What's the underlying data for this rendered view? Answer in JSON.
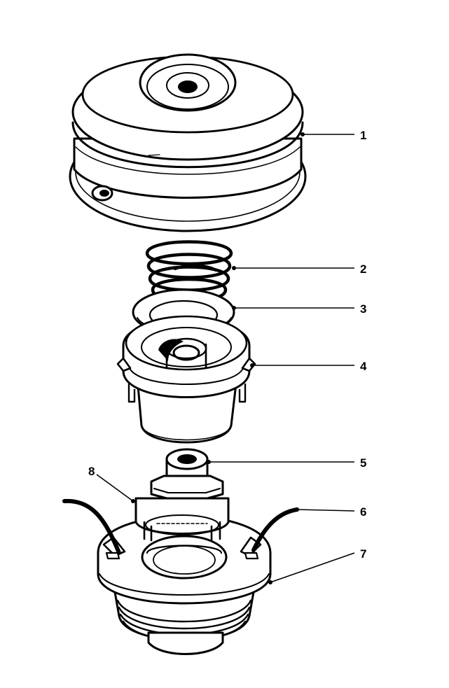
{
  "callouts": [
    {
      "id": "1",
      "label": "1"
    },
    {
      "id": "2",
      "label": "2"
    },
    {
      "id": "3",
      "label": "3"
    },
    {
      "id": "4",
      "label": "4"
    },
    {
      "id": "5",
      "label": "5"
    },
    {
      "id": "6",
      "label": "6"
    },
    {
      "id": "7",
      "label": "7"
    },
    {
      "id": "8",
      "label": "8"
    }
  ],
  "parts": [
    "cover",
    "spring",
    "washer",
    "spool-insert",
    "eyelet-hub",
    "trimmer-line",
    "spool-housing",
    "line-guide"
  ],
  "colors": {
    "ink": "#000000",
    "paper": "#ffffff"
  }
}
